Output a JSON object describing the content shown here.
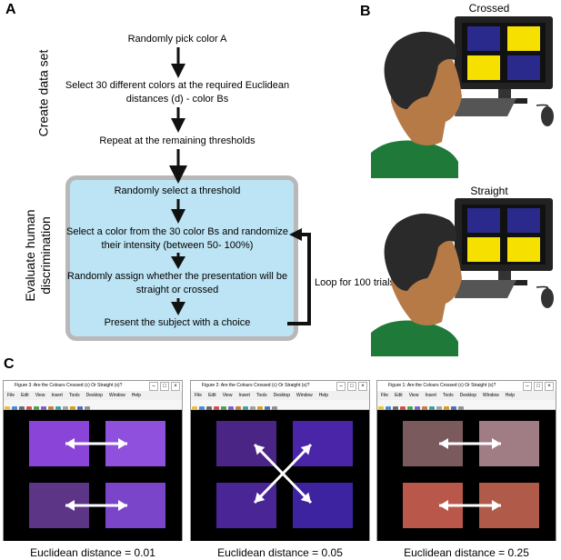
{
  "panels": {
    "a": "A",
    "b": "B",
    "c": "C"
  },
  "flowchart": {
    "side_label_create": "Create data set",
    "side_label_eval": [
      "Evaluate human",
      "discrimination"
    ],
    "steps": [
      "Randomly pick color A",
      "Select 30 different colors at the required Euclidean distances (d) - color Bs",
      "Repeat at the remaining thresholds",
      "Randomly select a threshold",
      "Select a color from the 30 color Bs and randomize their intensity (between 50- 100%)",
      "Randomly assign whether the presentation will be straight or crossed",
      "Present the subject with a choice"
    ],
    "loop_label": "Loop for 100 trials",
    "colors": {
      "box_fill": "#bde4f4",
      "box_border": "#b8b8b8",
      "arrow": "#111111"
    }
  },
  "monitors": [
    {
      "title": "Crossed",
      "squares": [
        "#2a2a8c",
        "#f5e000",
        "#f5e000",
        "#2a2a8c"
      ]
    },
    {
      "title": "Straight",
      "squares": [
        "#2a2a8c",
        "#2a2a8c",
        "#f5e000",
        "#f5e000"
      ]
    }
  ],
  "figures": [
    {
      "title": "Figure 3: Are the Colours Crossed (c) Or Straight (s)?",
      "menu": [
        "File",
        "Edit",
        "View",
        "Insert",
        "Tools",
        "Desktop",
        "Window",
        "Help"
      ],
      "squares": [
        "#8a45d8",
        "#8f50de",
        "#5c3587",
        "#7a45c8"
      ],
      "arrows": "straight",
      "caption": "Euclidean distance = 0.01"
    },
    {
      "title": "Figure 2: Are the Colours Crossed (c) Or Straight (s)?",
      "menu": [
        "File",
        "Edit",
        "View",
        "Insert",
        "Tools",
        "Desktop",
        "Window",
        "Help"
      ],
      "squares": [
        "#4a2585",
        "#4a25a8",
        "#4a2596",
        "#3e23a0"
      ],
      "arrows": "crossed",
      "caption": "Euclidean distance = 0.05"
    },
    {
      "title": "Figure 1: Are the Colours Crossed (c) Or Straight (s)?",
      "menu": [
        "File",
        "Edit",
        "View",
        "Insert",
        "Tools",
        "Desktop",
        "Window",
        "Help"
      ],
      "squares": [
        "#7a5a5c",
        "#a07c84",
        "#b8574a",
        "#b05a4a"
      ],
      "arrows": "straight",
      "caption": "Euclidean distance = 0.25"
    }
  ],
  "window_buttons": [
    "minimize-icon",
    "maximize-icon",
    "close-icon"
  ],
  "person_colors": {
    "skin": "#b57a46",
    "hair": "#2a2a2a",
    "shirt": "#1f7a3a",
    "monitor": "#222222"
  }
}
